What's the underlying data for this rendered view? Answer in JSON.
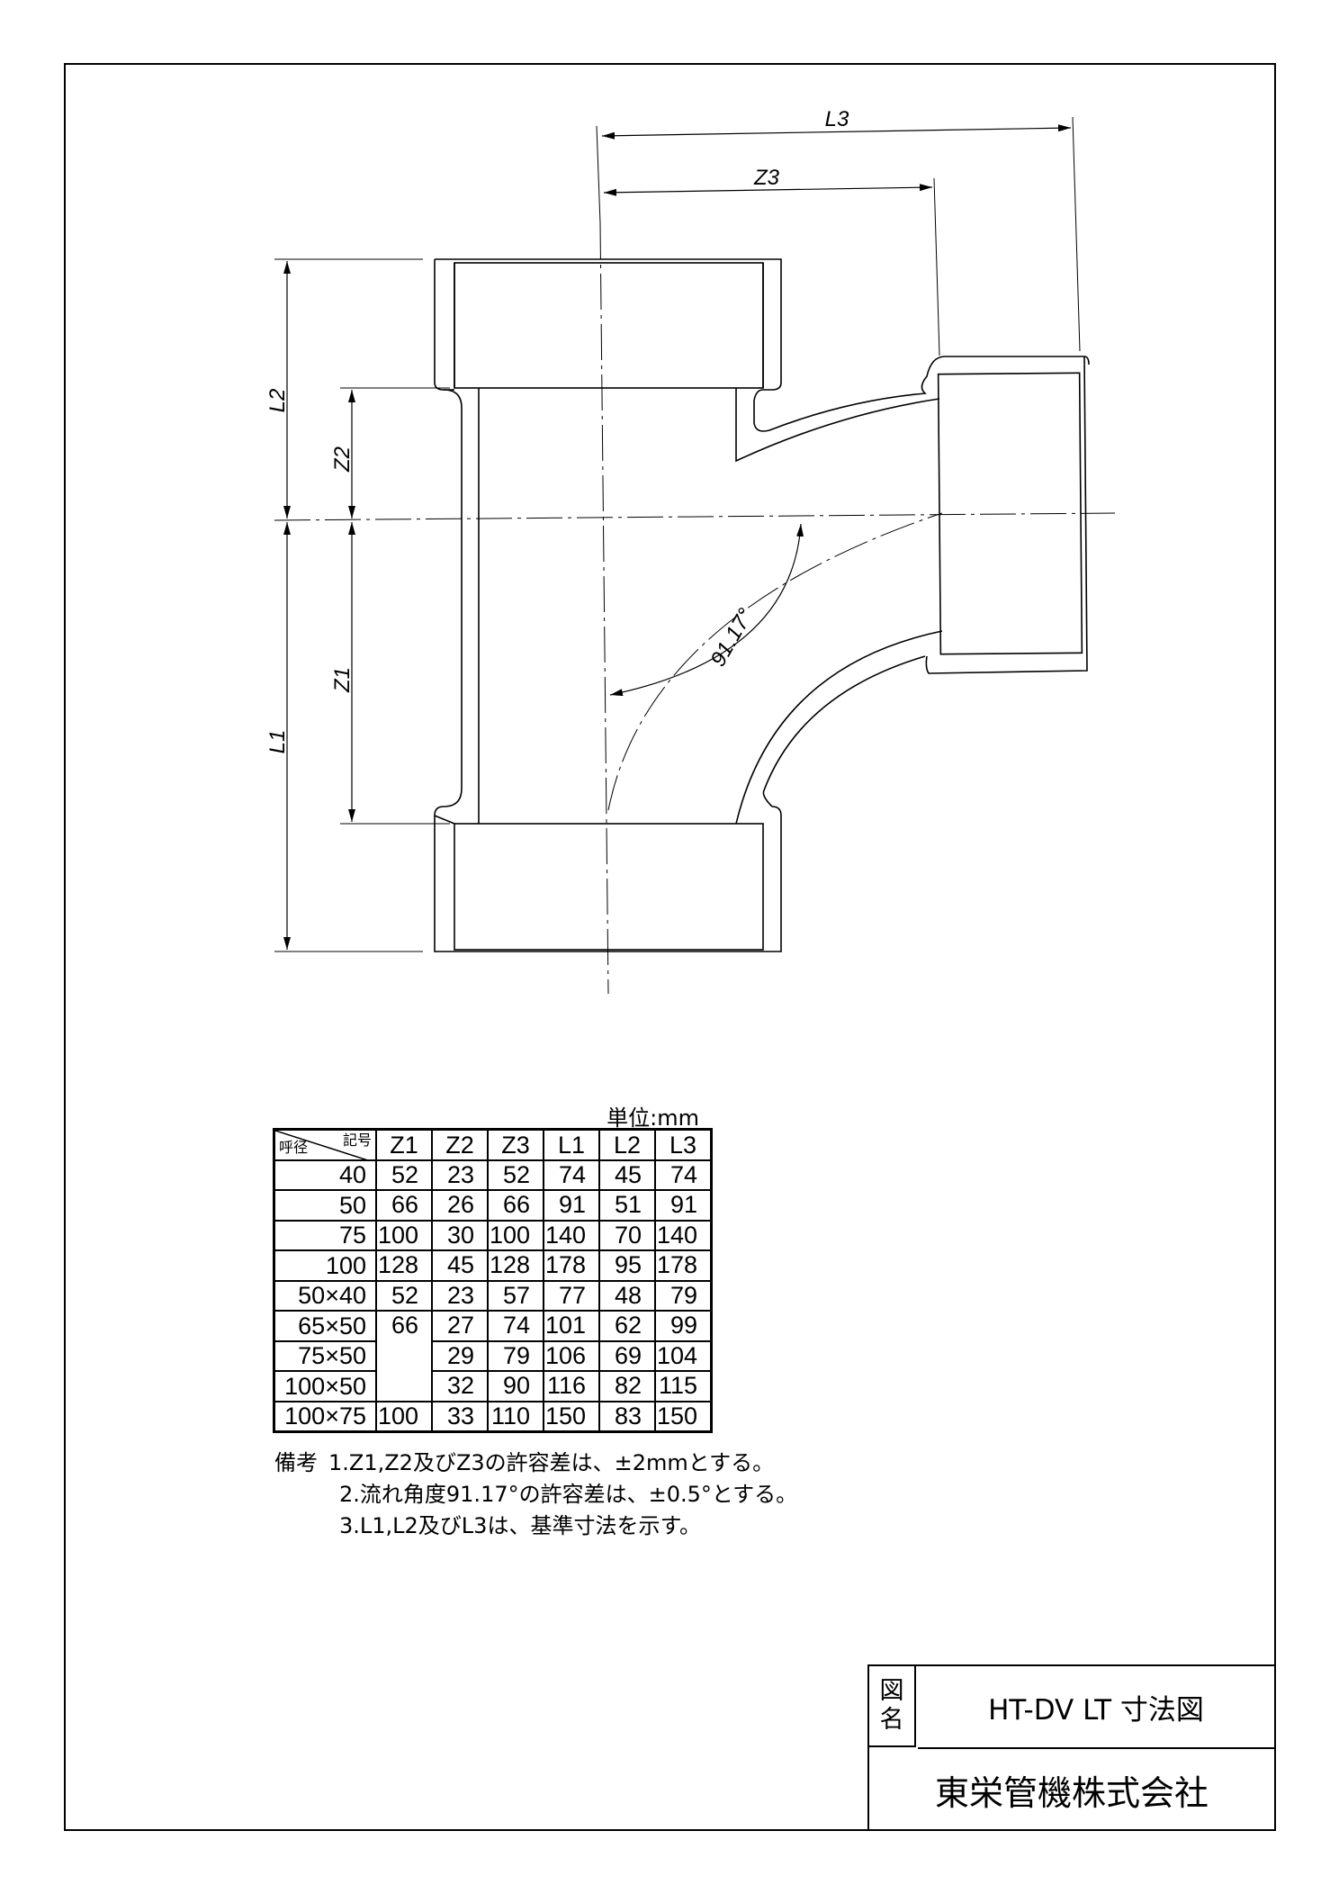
{
  "drawing": {
    "labels": {
      "L1": "L1",
      "L2": "L2",
      "L3": "L3",
      "Z1": "Z1",
      "Z2": "Z2",
      "Z3": "Z3",
      "angle": "91.17°"
    }
  },
  "unit_label": "単位:mm",
  "table": {
    "corner_top": "記号",
    "corner_bottom": "呼径",
    "columns": [
      "Z1",
      "Z2",
      "Z3",
      "L1",
      "L2",
      "L3"
    ],
    "rows": [
      {
        "size": "40",
        "values": [
          "52",
          "23",
          "52",
          "74",
          "45",
          "74"
        ]
      },
      {
        "size": "50",
        "values": [
          "66",
          "26",
          "66",
          "91",
          "51",
          "91"
        ]
      },
      {
        "size": "75",
        "values": [
          "100",
          "30",
          "100",
          "140",
          "70",
          "140"
        ]
      },
      {
        "size": "100",
        "values": [
          "128",
          "45",
          "128",
          "178",
          "95",
          "178"
        ]
      },
      {
        "size": "50×40",
        "values": [
          "52",
          "23",
          "57",
          "77",
          "48",
          "79"
        ]
      },
      {
        "size": "65×50",
        "values": [
          "66",
          "27",
          "74",
          "101",
          "62",
          "99"
        ]
      },
      {
        "size": "75×50",
        "values": [
          null,
          "29",
          "79",
          "106",
          "69",
          "104"
        ]
      },
      {
        "size": "100×50",
        "values": [
          null,
          "32",
          "90",
          "116",
          "82",
          "115"
        ]
      },
      {
        "size": "100×75",
        "values": [
          "100",
          "33",
          "110",
          "150",
          "83",
          "150"
        ]
      }
    ]
  },
  "notes": {
    "label": "備考",
    "items": [
      "1.Z1,Z2及びZ3の許容差は、±2mmとする。",
      "2.流れ角度91.17°の許容差は、±0.5°とする。",
      "3.L1,L2及びL3は、基準寸法を示す。"
    ]
  },
  "title_block": {
    "name_label": "図名",
    "drawing_name": "HT-DV LT 寸法図",
    "company": "東栄管機株式会社"
  }
}
